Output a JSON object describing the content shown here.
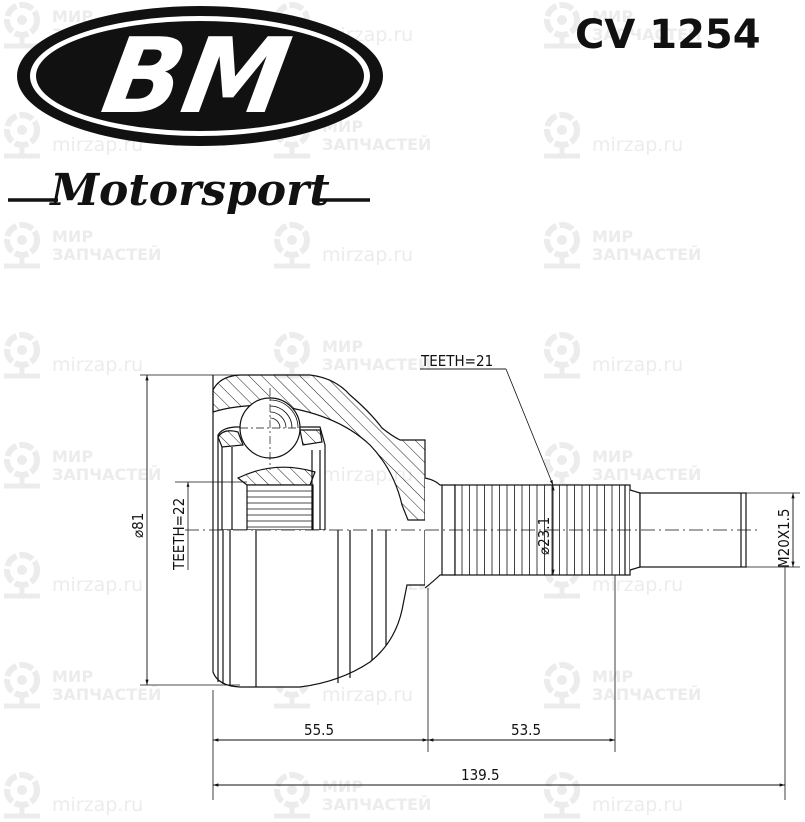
{
  "header": {
    "brand": {
      "logo_initials": "BM",
      "logo_script": "Motorsport"
    },
    "part_number": "CV 1254"
  },
  "watermark": {
    "line1": "МИР",
    "line2": "ЗАПЧАСТЕЙ",
    "url": "mirzap.ru",
    "color": "#ececec"
  },
  "drawing": {
    "title": "CV joint outer – technical drawing",
    "annotations": {
      "teeth_outer": "TEETH=21",
      "teeth_inner": "TEETH=22",
      "outer_diameter": "⌀81",
      "spline_diameter": "⌀23.1",
      "thread": "M20X1.5"
    },
    "dimensions": {
      "body_length": "55.5",
      "spline_length": "53.5",
      "overall_length": "139.5"
    },
    "line_color": "#111111"
  }
}
